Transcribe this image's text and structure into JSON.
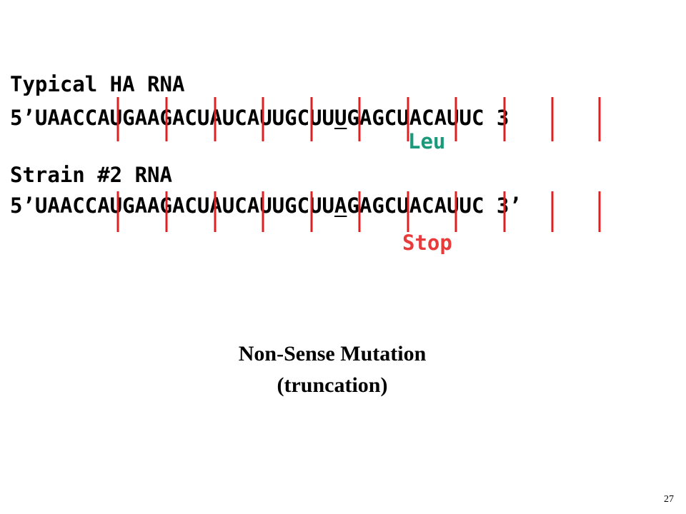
{
  "slide": {
    "rows": [
      {
        "heading": "Typical HA RNA",
        "sequence": {
          "before": "5’UAACCAUGAAGACUAUCAUUGCUU",
          "underlined": "U",
          "after": "GAGCUACAUUC 3"
        },
        "amino_acid": "Leu",
        "amino_acid_color": "#1a9a7a"
      },
      {
        "heading": "Strain #2 RNA",
        "sequence": {
          "before": "5’UAACCAUGAAGACUAUCAUUGCUU",
          "underlined": "A",
          "after": "GAGCUACAUUC 3’"
        },
        "amino_acid": "Stop",
        "amino_acid_color": "#e83c3c"
      }
    ],
    "divider_color": "#e02020",
    "caption": {
      "line1": "Non-Sense Mutation",
      "line2": "(truncation)"
    },
    "page_number": "27"
  }
}
